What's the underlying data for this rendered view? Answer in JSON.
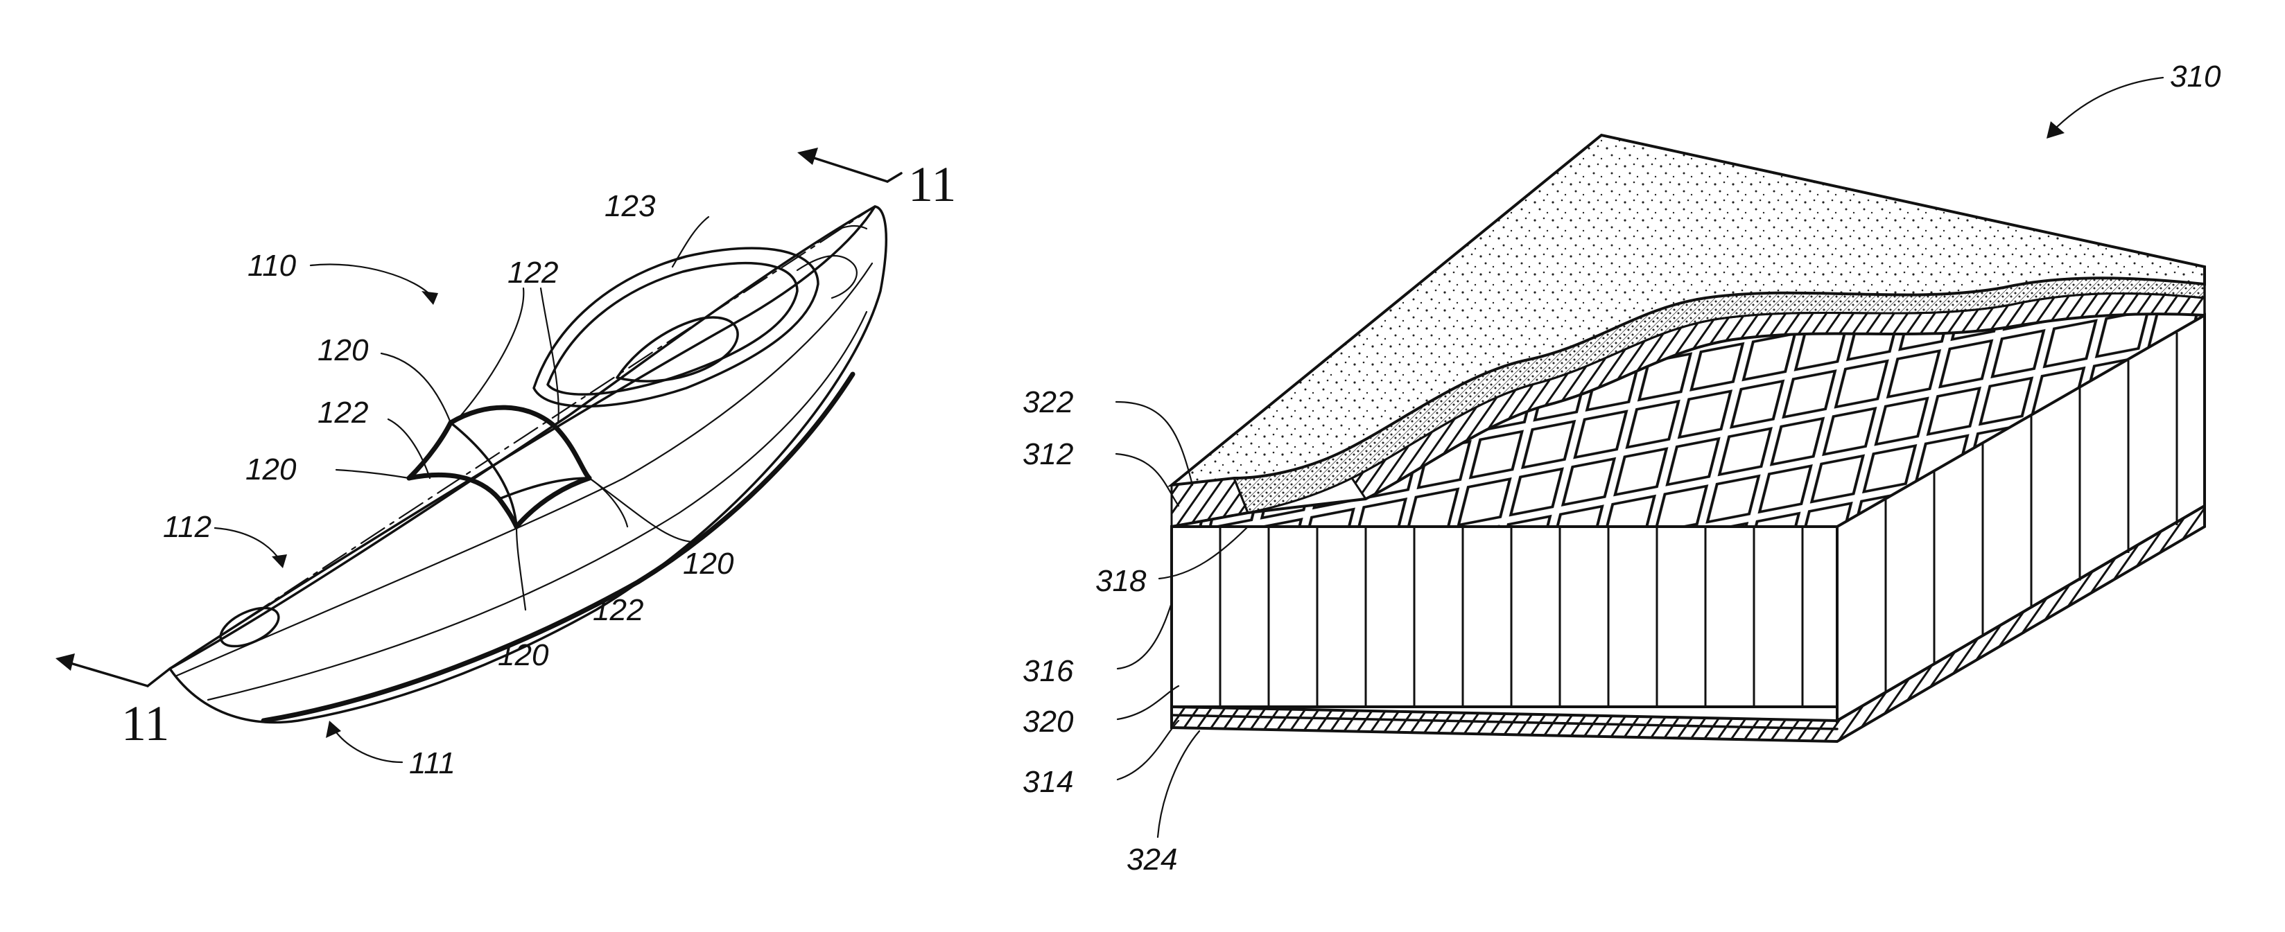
{
  "kayak_figure": {
    "section_marks": [
      "11",
      "11"
    ],
    "refs": {
      "r110": "110",
      "r111": "111",
      "r112": "112",
      "r120a": "120",
      "r120b": "120",
      "r120c": "120",
      "r120d": "120",
      "r122a": "122",
      "r122b": "122",
      "r122c": "122",
      "r123": "123"
    }
  },
  "panel_figure": {
    "refs": {
      "r310": "310",
      "r312": "312",
      "r314": "314",
      "r316": "316",
      "r318": "318",
      "r320": "320",
      "r322": "322",
      "r324": "324"
    }
  }
}
